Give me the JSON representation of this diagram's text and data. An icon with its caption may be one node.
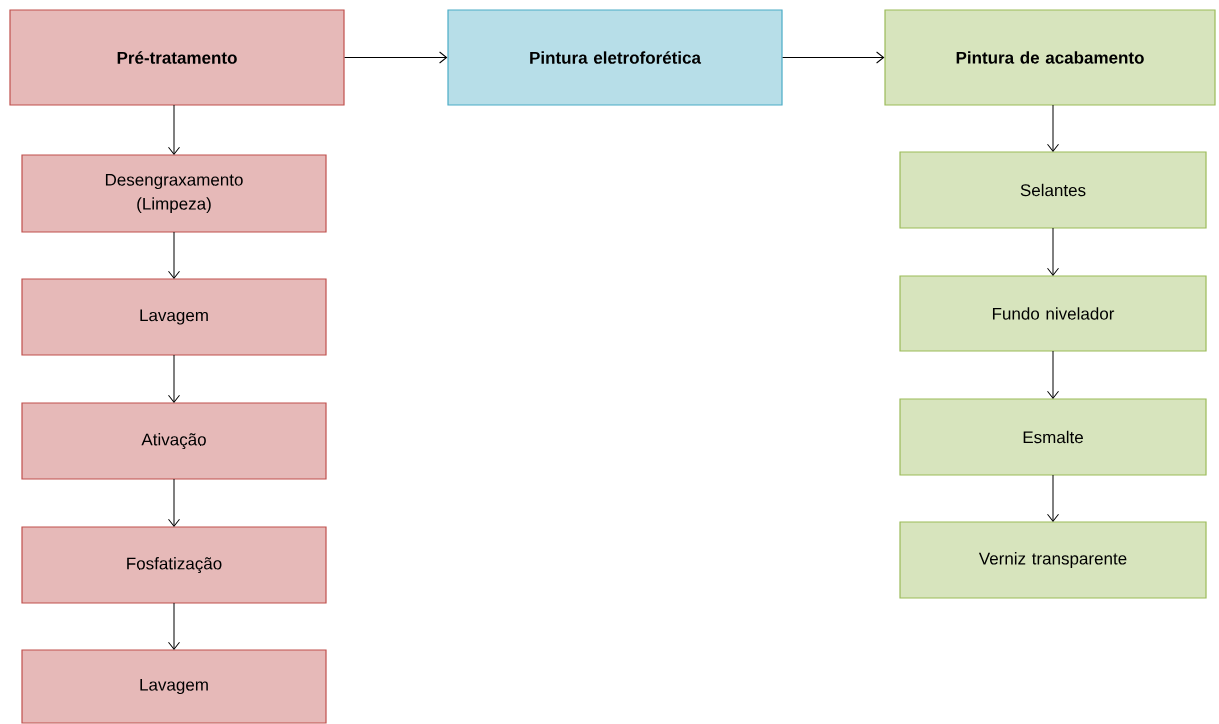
{
  "diagram": {
    "nodes": [
      {
        "text": [
          "Pré-tratamento"
        ]
      },
      {
        "text": [
          "Pintura eletroforética"
        ]
      },
      {
        "text": [
          "Pintura de acabamento"
        ]
      },
      {
        "text": [
          "Desengraxamento (Limpeza)"
        ]
      },
      {
        "text": [
          "Lavagem"
        ]
      },
      {
        "text": [
          "Ativação"
        ]
      },
      {
        "text": [
          "Fosfatização"
        ]
      },
      {
        "text": [
          "Lavagem"
        ]
      },
      {
        "text": [
          "Selantes"
        ]
      },
      {
        "text": [
          "Fundo nivelador"
        ]
      },
      {
        "text": [
          "Esmalte"
        ]
      },
      {
        "text": [
          "Verniz transparente"
        ]
      }
    ],
    "edges": [
      {
        "from": 0,
        "to": 1,
        "arrow": "to"
      },
      {
        "from": 1,
        "to": 2,
        "arrow": "to"
      },
      {
        "from": 0,
        "to": 3,
        "arrow": "to"
      },
      {
        "from": 3,
        "to": 4,
        "arrow": "to"
      },
      {
        "from": 4,
        "to": 5,
        "arrow": "to"
      },
      {
        "from": 5,
        "to": 6,
        "arrow": "to"
      },
      {
        "from": 6,
        "to": 7,
        "arrow": "to"
      },
      {
        "from": 2,
        "to": 8,
        "arrow": "to"
      },
      {
        "from": 8,
        "to": 9,
        "arrow": "to"
      },
      {
        "from": 9,
        "to": 10,
        "arrow": "to"
      },
      {
        "from": 10,
        "to": 11,
        "arrow": "to"
      }
    ]
  }
}
